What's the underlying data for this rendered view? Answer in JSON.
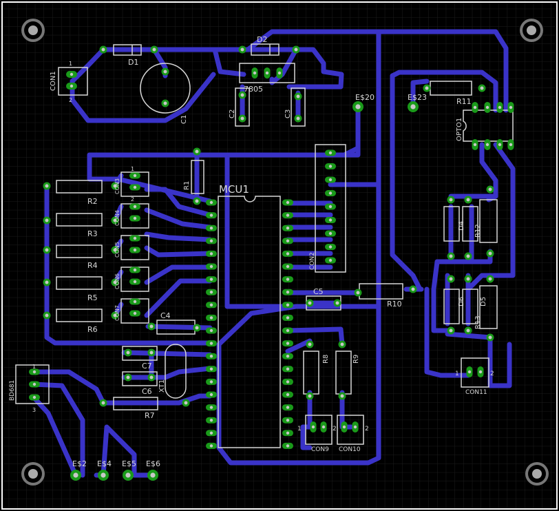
{
  "colors": {
    "background": "#000000",
    "grid": "#1c1c1c",
    "outline": "#ffffff",
    "trace": "#3a33c8",
    "pad": "#1a9a1a",
    "drill": "#c8c8c8",
    "silk": "#d8d8d8"
  },
  "mcu": {
    "label": "MCU1"
  },
  "labels": {
    "con1": "CON1",
    "d1": "D1",
    "d2": "D2",
    "c1": "C1",
    "c2": "C2",
    "c3": "C3",
    "u7805": "7805",
    "es20": "E$20",
    "es23": "E$23",
    "r11": "R11",
    "opto1": "OPTO1",
    "r1": "R1",
    "con2": "CON2",
    "r2": "R2",
    "r3": "R3",
    "r4": "R4",
    "r5": "R5",
    "r6": "R6",
    "con3": "CON3",
    "con4": "CON4",
    "con5": "CON5",
    "con6": "CON6",
    "con7": "CON7",
    "c4": "C4",
    "c5": "C5",
    "c6": "C6",
    "c7": "C7",
    "r7": "R7",
    "r8": "R8",
    "r9": "R9",
    "r10": "R10",
    "r12": "R12",
    "r13": "R13",
    "d4": "D4",
    "d5": "D5",
    "d6": "D6",
    "bd681": "BD681",
    "con9": "CON9",
    "con10": "CON10",
    "con11": "CON11",
    "es2": "E$2",
    "es4": "E$4",
    "es5": "E$5",
    "es6": "E$6",
    "xt1": "XT1"
  },
  "pin_numbers": {
    "one": "1",
    "two": "2",
    "three": "3"
  }
}
